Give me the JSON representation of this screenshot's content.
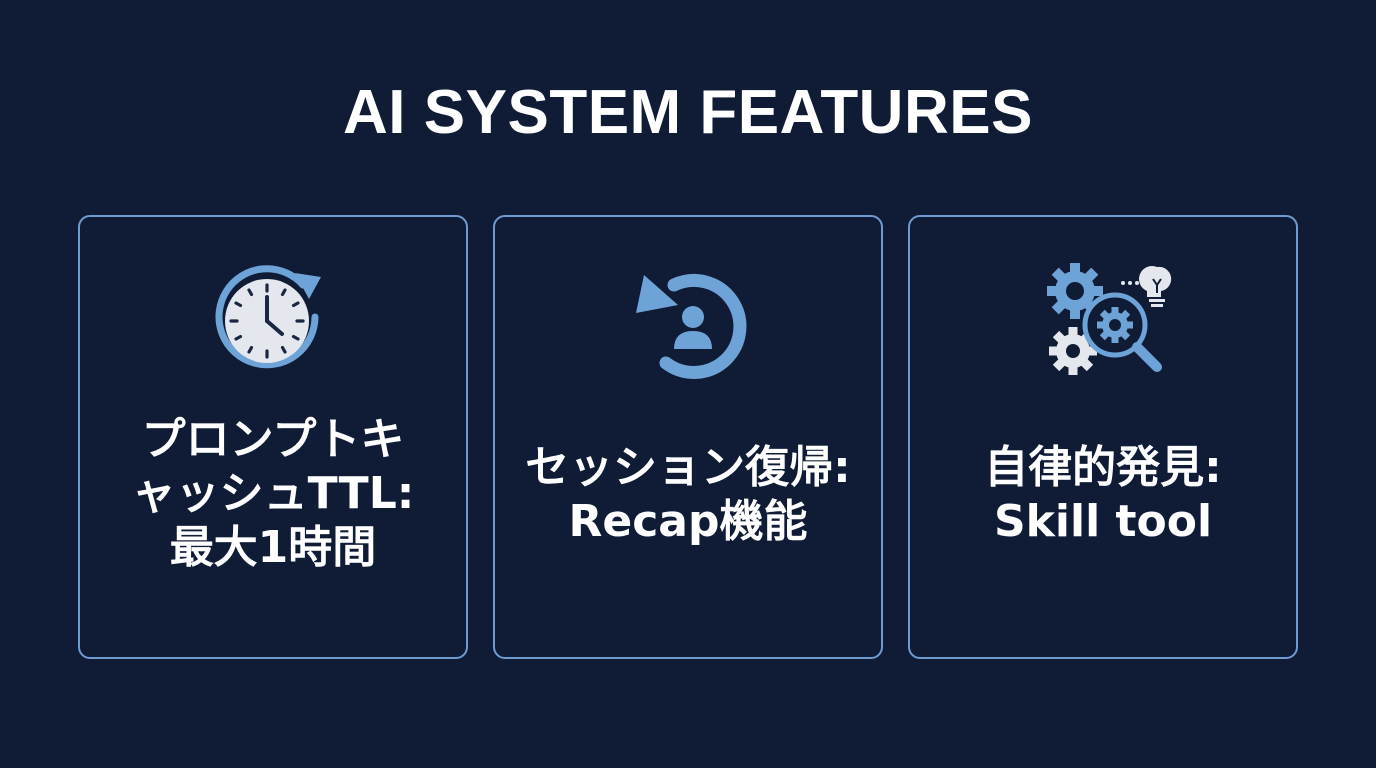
{
  "title": "AI SYSTEM FEATURES",
  "colors": {
    "background": "#101c36",
    "card_border": "#6f9bd1",
    "accent_blue": "#6ea3d8",
    "icon_light": "#e4e8ee",
    "text": "#ffffff"
  },
  "cards": [
    {
      "icon": "clock-refresh-icon",
      "lines": [
        "プロンプトキ",
        "ャッシュTTL:",
        "最大1時間"
      ]
    },
    {
      "icon": "user-restore-icon",
      "lines": [
        "セッション復帰:",
        "Recap機能"
      ]
    },
    {
      "icon": "gear-search-lightbulb-icon",
      "lines": [
        "自律的発見:",
        "Skill tool"
      ]
    }
  ]
}
